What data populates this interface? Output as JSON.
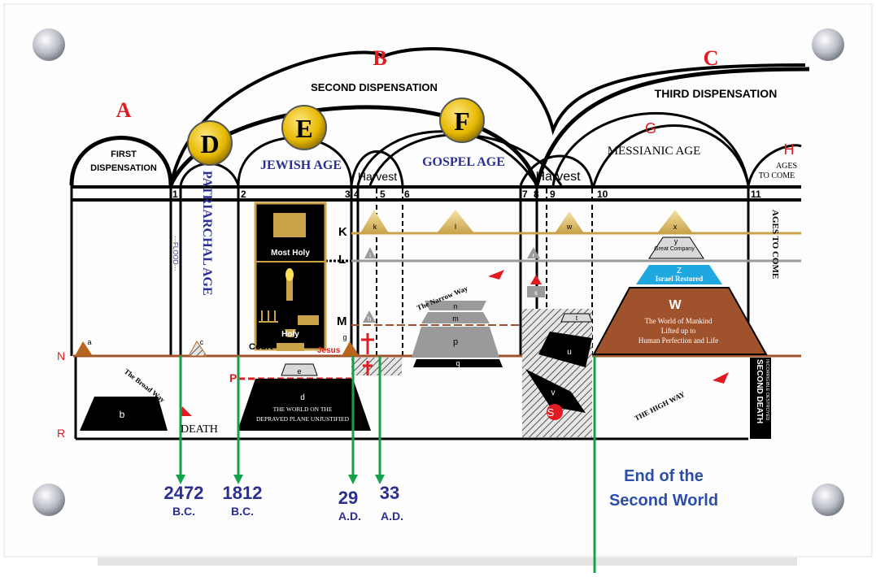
{
  "labels": {
    "A": "A",
    "B": "B",
    "C": "C",
    "D": "D",
    "E": "E",
    "F": "F",
    "G": "G",
    "H": "H",
    "first_dispensation_1": "FIRST",
    "first_dispensation_2": "DISPENSATION",
    "second_dispensation": "SECOND DISPENSATION",
    "third_dispensation": "THIRD DISPENSATION",
    "jewish_age": "JEWISH AGE",
    "gospel_age": "GOSPEL AGE",
    "messianic_age": "MESSIANIC AGE",
    "ages_to_come_1": "AGES",
    "ages_to_come_2": "TO COME",
    "harvest_1": "Harvest",
    "harvest_2": "Harvest",
    "patriarchal_age": "PATRIARCHAL AGE",
    "flood": "···FLOOD···",
    "ages_to_come_vertical": "AGES TO COME",
    "most_holy": "Most Holy",
    "holy": "Holy",
    "court": "Court",
    "jesus": "Jesus",
    "narrow_way": "The Narrow Way",
    "broad_way": "The Broad Way",
    "high_way": "THE HIGH WAY",
    "death": "DEATH",
    "second_death": "SECOND DEATH",
    "incorrigible": "INCORRIGIBLE DESTROYED",
    "great_company": "Great Company",
    "israel_restored": "Israel Restored",
    "w_title": "W",
    "w_line1": "The World of Mankind",
    "w_line2": "Lifted up to",
    "w_line3": "Human Perfection and Life",
    "d_title": "d",
    "d_line1": "THE WORLD ON THE",
    "d_line2": "DEPRAVED PLANE UNJUSTIFIED"
  },
  "numbers": [
    "1",
    "2",
    "3",
    "4",
    "5",
    "6",
    "7",
    "8",
    "9",
    "10",
    "11"
  ],
  "planes": {
    "K": "K",
    "L": "L",
    "M": "M",
    "N": "N",
    "P": "P",
    "R": "R",
    "S": "S"
  },
  "letters": {
    "a": "a",
    "b": "b",
    "c": "c",
    "e": "e",
    "g": "g",
    "h": "h",
    "i": "i",
    "k": "k",
    "l": "l",
    "m": "m",
    "n": "n",
    "p": "p",
    "q": "q",
    "r": "r",
    "s": "s",
    "t": "t",
    "u": "u",
    "v": "v",
    "w": "w",
    "x": "x",
    "y": "y",
    "z": "Z"
  },
  "dates": [
    {
      "year": "2472",
      "era": "B.C."
    },
    {
      "year": "1812",
      "era": "B.C."
    },
    {
      "year": "29",
      "era": "A.D."
    },
    {
      "year": "33",
      "era": "A.D."
    }
  ],
  "end_note_1": "End of the",
  "end_note_2": "Second World",
  "colors": {
    "red": "#e11b22",
    "blue": "#2b2f8f",
    "green": "#12a34a",
    "brown": "#a0522d",
    "gold": "#c9a24a",
    "gray": "#9a9a9a",
    "cyan": "#1fa8e0"
  }
}
